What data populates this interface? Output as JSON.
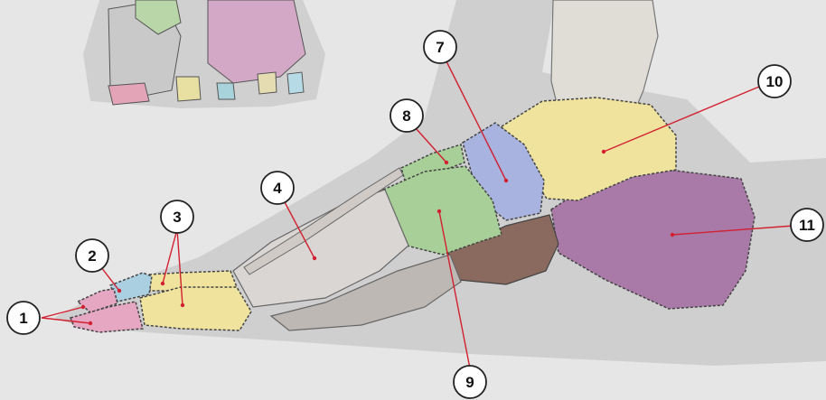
{
  "diagram": {
    "labels": [
      {
        "id": "1",
        "text": "1"
      },
      {
        "id": "2",
        "text": "2"
      },
      {
        "id": "3",
        "text": "3"
      },
      {
        "id": "4",
        "text": "4"
      },
      {
        "id": "7",
        "text": "7"
      },
      {
        "id": "8",
        "text": "8"
      },
      {
        "id": "9",
        "text": "9"
      },
      {
        "id": "10",
        "text": "10"
      },
      {
        "id": "11",
        "text": "11"
      }
    ],
    "colors": {
      "background": "#e6e6e6",
      "shadow": "#cfcfcf",
      "pink": "#e6a7c2",
      "blue": "#a9cfe0",
      "yellow": "#efe39e",
      "green": "#a8cf97",
      "lavender": "#a8b3df",
      "purple": "#a97aa8",
      "brown": "#8a6a5e",
      "grey_bone": "#d9d6d3",
      "leader": "#d22030"
    }
  }
}
